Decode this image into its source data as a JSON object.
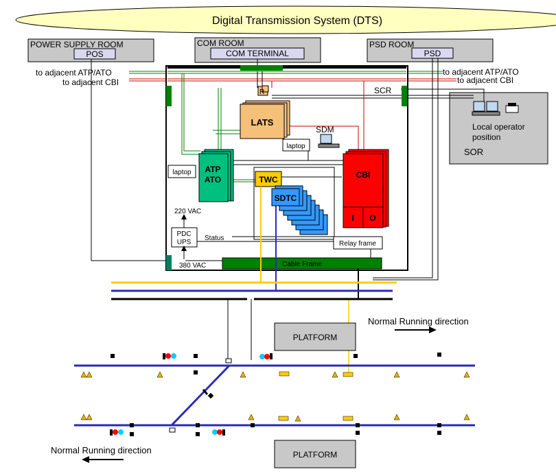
{
  "dts": {
    "label": "Digital Transmission System (DTS)"
  },
  "rooms": {
    "power_supply": {
      "title": "POWER SUPPLY ROOM",
      "inner": "POS"
    },
    "com": {
      "title": "COM ROOM",
      "inner": "COM TERMINAL"
    },
    "psd": {
      "title": "PSD ROOM",
      "inner": "PSD"
    }
  },
  "external_links": {
    "left_atp": "to adjacent ATP/ATO",
    "left_cbi": "to adjacent CBI",
    "right_atp": "to adjacent ATP/ATO",
    "right_cbi": "to adjacent CBI"
  },
  "equipment": {
    "scr": "SCR",
    "r": "R",
    "lats": "LATS",
    "sdm": "SDM",
    "laptop_top": "laptop",
    "laptop_left": "laptop",
    "atp_line1": "ATP",
    "atp_line2": "ATO",
    "twc": "TWC",
    "sdtc": "SDTC",
    "cbi": "CBI",
    "io_i": "I",
    "io_o": "O",
    "relay_frame": "Relay frame",
    "cable_frame": "Cable Frame",
    "vac220": "220 VAC",
    "vac380": "380 VAC",
    "pdc_line1": "PDC",
    "pdc_line2": "UPS",
    "status": "Status"
  },
  "sor": {
    "operator_line1": "Local operator",
    "operator_line2": "position",
    "label": "SOR"
  },
  "track": {
    "platform_top": "PLATFORM",
    "platform_bottom": "PLATFORM",
    "direction_top": "Normal Running direction",
    "direction_bottom": "Normal Running direction"
  },
  "colors": {
    "atp_green": "#00c080",
    "lats_orange": "#f5c07a",
    "cbi_red": "#ff0000",
    "sdtc_blue": "#3399ff",
    "twc_yellow": "#ffcc00",
    "frame_green": "#008000",
    "track_blue": "#2a2ab8",
    "room_gray": "#c8c8c8"
  }
}
